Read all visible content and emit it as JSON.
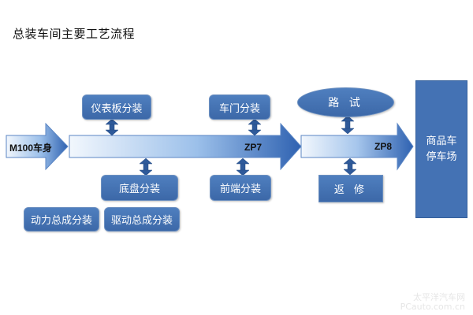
{
  "title": "总装车间主要工艺流程",
  "flow": {
    "start_label": "M100车身",
    "zp7_label": "ZP7",
    "zp8_label": "ZP8"
  },
  "boxes": {
    "instrument_panel": "仪表板分装",
    "door": "车门分装",
    "chassis": "底盘分装",
    "front_end": "前端分装",
    "powertrain": "动力总成分装",
    "drivetrain": "驱动总成分装",
    "road_test": "路 试",
    "repair": "返 修"
  },
  "parking": "商品车停车场",
  "watermark": {
    "line1": "太平洋汽车网",
    "line2": "PCauto.com.cn"
  },
  "colors": {
    "box_fill": "#4472b4",
    "arrow_light": "#eef4fb",
    "arrow_dark": "#2f62b1"
  }
}
